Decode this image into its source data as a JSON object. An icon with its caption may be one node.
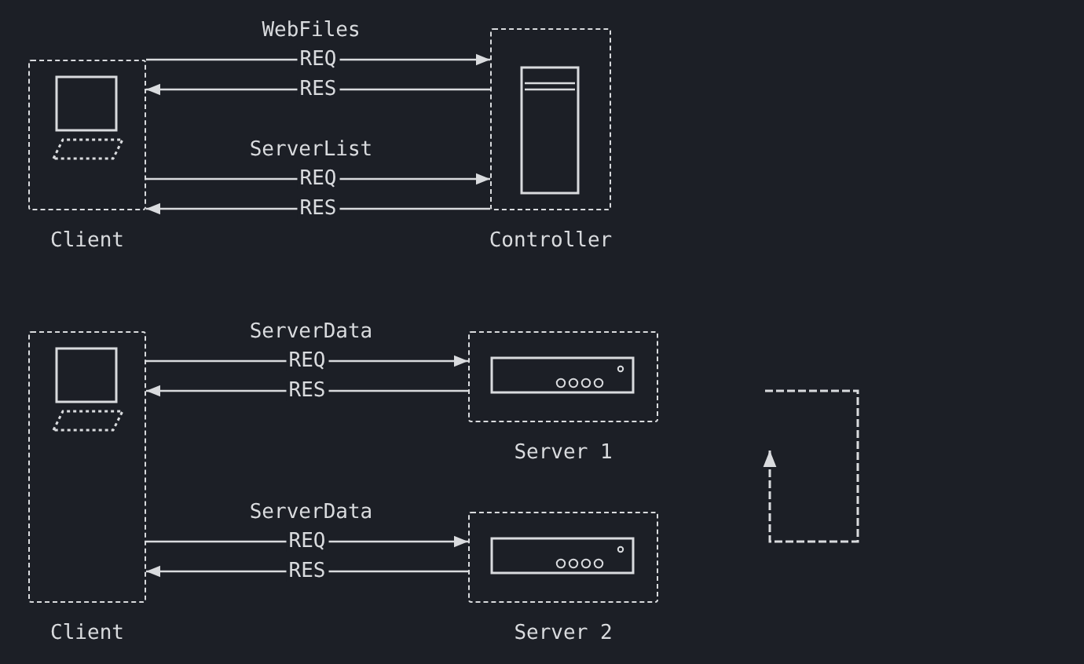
{
  "diagram": {
    "nodes": [
      {
        "text": [
          "Client"
        ]
      },
      {
        "text": [
          "Controller"
        ]
      },
      {
        "text": [
          "Client"
        ]
      },
      {
        "text": [
          "Server 1"
        ]
      },
      {
        "text": [
          "Server 2"
        ]
      }
    ],
    "edges": [
      {
        "from": 0,
        "to": 1,
        "arrow": "to",
        "label": "REQ"
      },
      {
        "from": 1,
        "to": 0,
        "arrow": "to",
        "label": "RES"
      },
      {
        "from": 0,
        "to": 1,
        "arrow": "to",
        "label": "REQ"
      },
      {
        "from": 1,
        "to": 0,
        "arrow": "to",
        "label": "RES"
      },
      {
        "from": 2,
        "to": 3,
        "arrow": "to",
        "label": "REQ"
      },
      {
        "from": 3,
        "to": 2,
        "arrow": "to",
        "label": "RES"
      },
      {
        "from": 2,
        "to": 4,
        "arrow": "to",
        "label": "REQ"
      },
      {
        "from": 4,
        "to": 2,
        "arrow": "to",
        "label": "RES"
      }
    ],
    "labels": [
      "WebFiles",
      "ServerList",
      "ServerData",
      "ServerData"
    ]
  }
}
